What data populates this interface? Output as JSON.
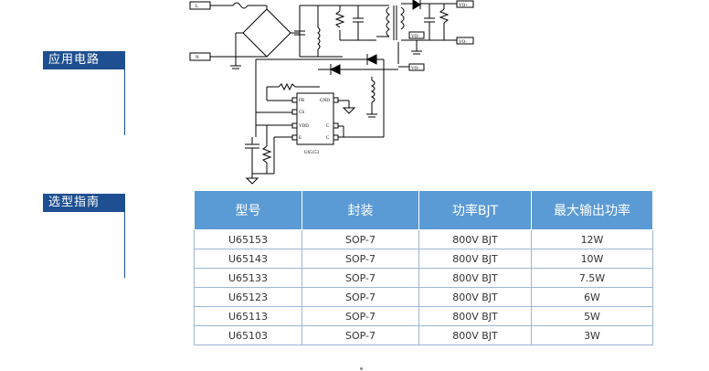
{
  "sections": {
    "application": "应用电路",
    "selection": "选型指南"
  },
  "circuit": {
    "chip_label": "U65153",
    "pins_left": [
      "FB",
      "CS",
      "VDD",
      "E"
    ],
    "pins_right": [
      "GND",
      "C",
      "C"
    ],
    "input_labels": [
      "L",
      "N"
    ],
    "output_labels": [
      "VO+",
      "VO-",
      "VO-"
    ],
    "side_label": "VO-"
  },
  "table": {
    "headers": [
      "型号",
      "封装",
      "功率BJT",
      "最大输出功率"
    ],
    "rows": [
      [
        "U65153",
        "SOP-7",
        "800V  BJT",
        "12W"
      ],
      [
        "U65143",
        "SOP-7",
        "800V  BJT",
        "10W"
      ],
      [
        "U65133",
        "SOP-7",
        "800V  BJT",
        "7.5W"
      ],
      [
        "U65123",
        "SOP-7",
        "800V  BJT",
        "6W"
      ],
      [
        "U65113",
        "SOP-7",
        "800V  BJT",
        "5W"
      ],
      [
        "U65103",
        "SOP-7",
        "800V  BJT",
        "3W"
      ]
    ]
  },
  "colors": {
    "accent": "#1d4f91",
    "header_bg": "#5b9bd5"
  }
}
